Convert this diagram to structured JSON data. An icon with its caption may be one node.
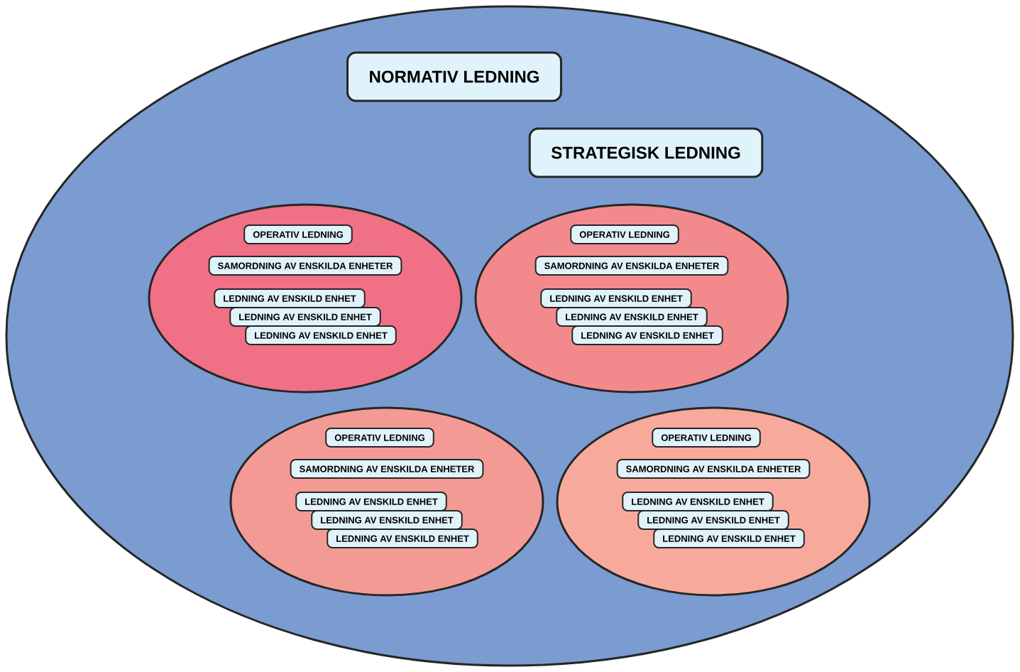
{
  "diagram": {
    "nodes": [
      {
        "text": [],
        "shape": "ellipse"
      },
      {
        "text": [
          "NORMATIV LEDNING"
        ],
        "in": 0
      },
      {
        "text": [
          "STRATEGISK LEDNING"
        ],
        "in": 0
      },
      {
        "text": [],
        "shape": "ellipse",
        "in": 0
      },
      {
        "text": [
          "OPERATIV LEDNING"
        ],
        "in": 3
      },
      {
        "text": [
          "SAMORDNING AV ENSKILDA ENHETER"
        ],
        "in": 3
      },
      {
        "text": [
          "LEDNING AV ENSKILD ENHET"
        ],
        "in": 3
      },
      {
        "text": [
          "LEDNING AV ENSKILD ENHET"
        ],
        "in": 3
      },
      {
        "text": [
          "LEDNING AV ENSKILD ENHET"
        ],
        "in": 3
      },
      {
        "text": [],
        "shape": "ellipse",
        "in": 0
      },
      {
        "text": [
          "OPERATIV LEDNING"
        ],
        "in": 9
      },
      {
        "text": [
          "SAMORDNING AV ENSKILDA ENHETER"
        ],
        "in": 9
      },
      {
        "text": [
          "LEDNING AV ENSKILD ENHET"
        ],
        "in": 9
      },
      {
        "text": [
          "LEDNING AV ENSKILD ENHET"
        ],
        "in": 9
      },
      {
        "text": [
          "LEDNING AV ENSKILD ENHET"
        ],
        "in": 9
      },
      {
        "text": [],
        "shape": "ellipse",
        "in": 0
      },
      {
        "text": [
          "OPERATIV LEDNING"
        ],
        "in": 15
      },
      {
        "text": [
          "SAMORDNING AV ENSKILDA ENHETER"
        ],
        "in": 15
      },
      {
        "text": [
          "LEDNING AV ENSKILD ENHET"
        ],
        "in": 15
      },
      {
        "text": [
          "LEDNING AV ENSKILD ENHET"
        ],
        "in": 15
      },
      {
        "text": [
          "LEDNING AV ENSKILD ENHET"
        ],
        "in": 15
      },
      {
        "text": [],
        "shape": "ellipse",
        "in": 0
      },
      {
        "text": [
          "OPERATIV LEDNING"
        ],
        "in": 21
      },
      {
        "text": [
          "SAMORDNING AV ENSKILDA ENHETER"
        ],
        "in": 21
      },
      {
        "text": [
          "LEDNING AV ENSKILD ENHET"
        ],
        "in": 21
      },
      {
        "text": [
          "LEDNING AV ENSKILD ENHET"
        ],
        "in": 21
      },
      {
        "text": [
          "LEDNING AV ENSKILD ENHET"
        ],
        "in": 21
      }
    ]
  }
}
